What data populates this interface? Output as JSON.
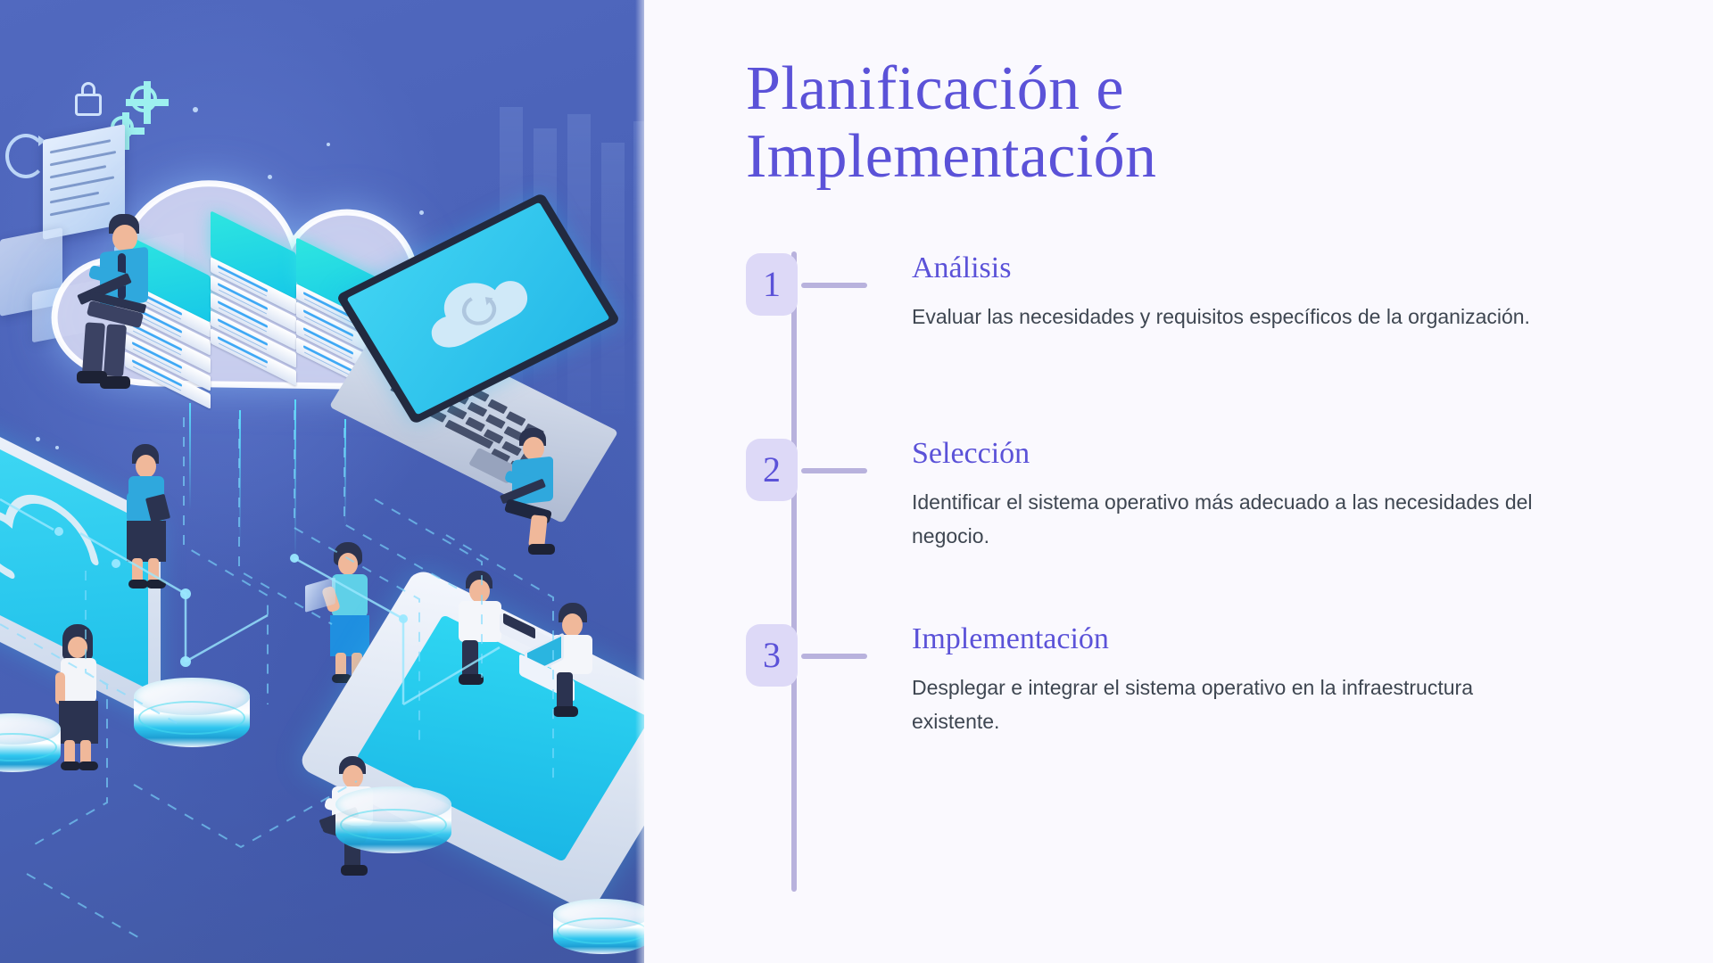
{
  "slide": {
    "title_line1": "Planificación e",
    "title_line2": "Implementación",
    "accent_color": "#5b52d8",
    "badge_bg_color": "#ddd9f7",
    "timeline_color": "#b8b2dd",
    "background_color": "#faf9fe",
    "illustration_bg_color": "#4a62b8"
  },
  "steps": [
    {
      "number": "1",
      "title": "Análisis",
      "description": "Evaluar las necesidades y requisitos específicos de la organización."
    },
    {
      "number": "2",
      "title": "Selección",
      "description": "Identificar el sistema operativo más adecuado a las necesidades del negocio."
    },
    {
      "number": "3",
      "title": "Implementación",
      "description": "Desplegar e integrar el sistema operativo en la infraestructura existente."
    }
  ],
  "illustration": {
    "alt": "Isometric cloud computing illustration with servers, laptop, smartphone platform and business people",
    "icons": [
      "lock-icon",
      "gears-icon",
      "wifi-icon",
      "refresh-icon",
      "document-icon",
      "cloud-icon",
      "server-rack-icon",
      "database-icon"
    ]
  }
}
